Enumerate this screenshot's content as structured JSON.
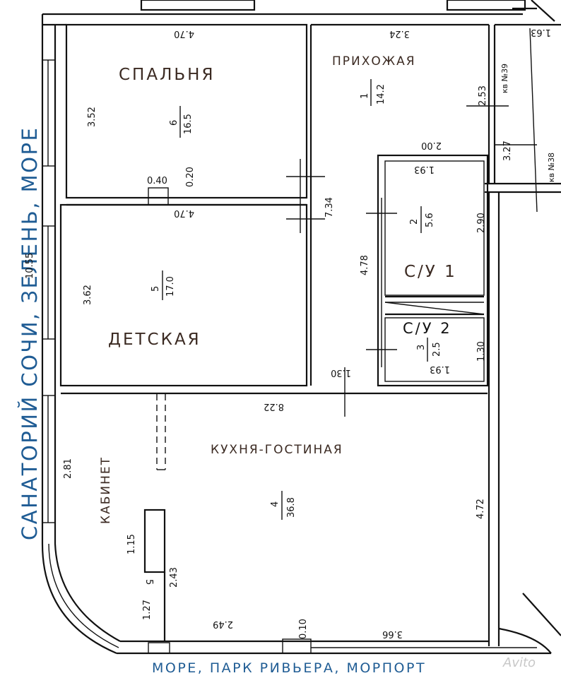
{
  "captions": {
    "left_vertical": "САНАТОРИЙ СОЧИ, ЗЕЛЕНЬ, МОРЕ",
    "bottom": "МОРЕ, ПАРК РИВЬЕРА, МОРПОРТ",
    "watermark": "Avito"
  },
  "rooms": {
    "bedroom": {
      "name": "СПАЛЬНЯ",
      "number": "6",
      "area": "16.5",
      "dim_top": "4.70",
      "dim_left": "3.52",
      "dim_bottom": "0.20"
    },
    "hall": {
      "name": "ПРИХОЖАЯ",
      "number": "1",
      "area": "14.2",
      "dim_top": "3.24",
      "dim_right": "2.53",
      "dim_mid": "2.00",
      "dim_vert1": "7.34",
      "dim_vert2": "4.78",
      "dim_bottom": "1.30"
    },
    "kids": {
      "name": "ДЕТСКАЯ",
      "number": "5",
      "area": "17.0",
      "dim_top": "4.70",
      "dim_left": "3.62",
      "dim_small": "0.40"
    },
    "wc1": {
      "name": "С/У 1",
      "number": "2",
      "area": "5.6",
      "dim_top": "1.93",
      "dim_right": "2.90"
    },
    "wc2": {
      "name": "С/У 2",
      "number": "3",
      "area": "2.5",
      "dim_bottom": "1.93",
      "dim_right": "1.30"
    },
    "kitchen": {
      "name": "КУХНЯ-ГОСТИНАЯ",
      "number": "4",
      "area": "36.8",
      "dim_top": "8.22",
      "dim_right": "4.72",
      "dim_bottom_left": "2.49",
      "dim_bottom_right": "3.66",
      "dim_bottom_mid": "0.10"
    },
    "cabinet": {
      "name": "КАБИНЕТ",
      "dim_left": "2.81",
      "dim_a": "1.15",
      "dim_b": "2.43",
      "dim_c": "1.27",
      "dim_d": "5"
    }
  },
  "neighbors": {
    "apt39": "кв №39",
    "apt38": "кв №38",
    "dim_top": "1.63",
    "dim_side": "3.27"
  },
  "outer": {
    "dim_left_total": "10.55"
  },
  "colors": {
    "caption_blue": "#1f5c94",
    "wall": "#111111",
    "room_text": "#3b2a22"
  }
}
